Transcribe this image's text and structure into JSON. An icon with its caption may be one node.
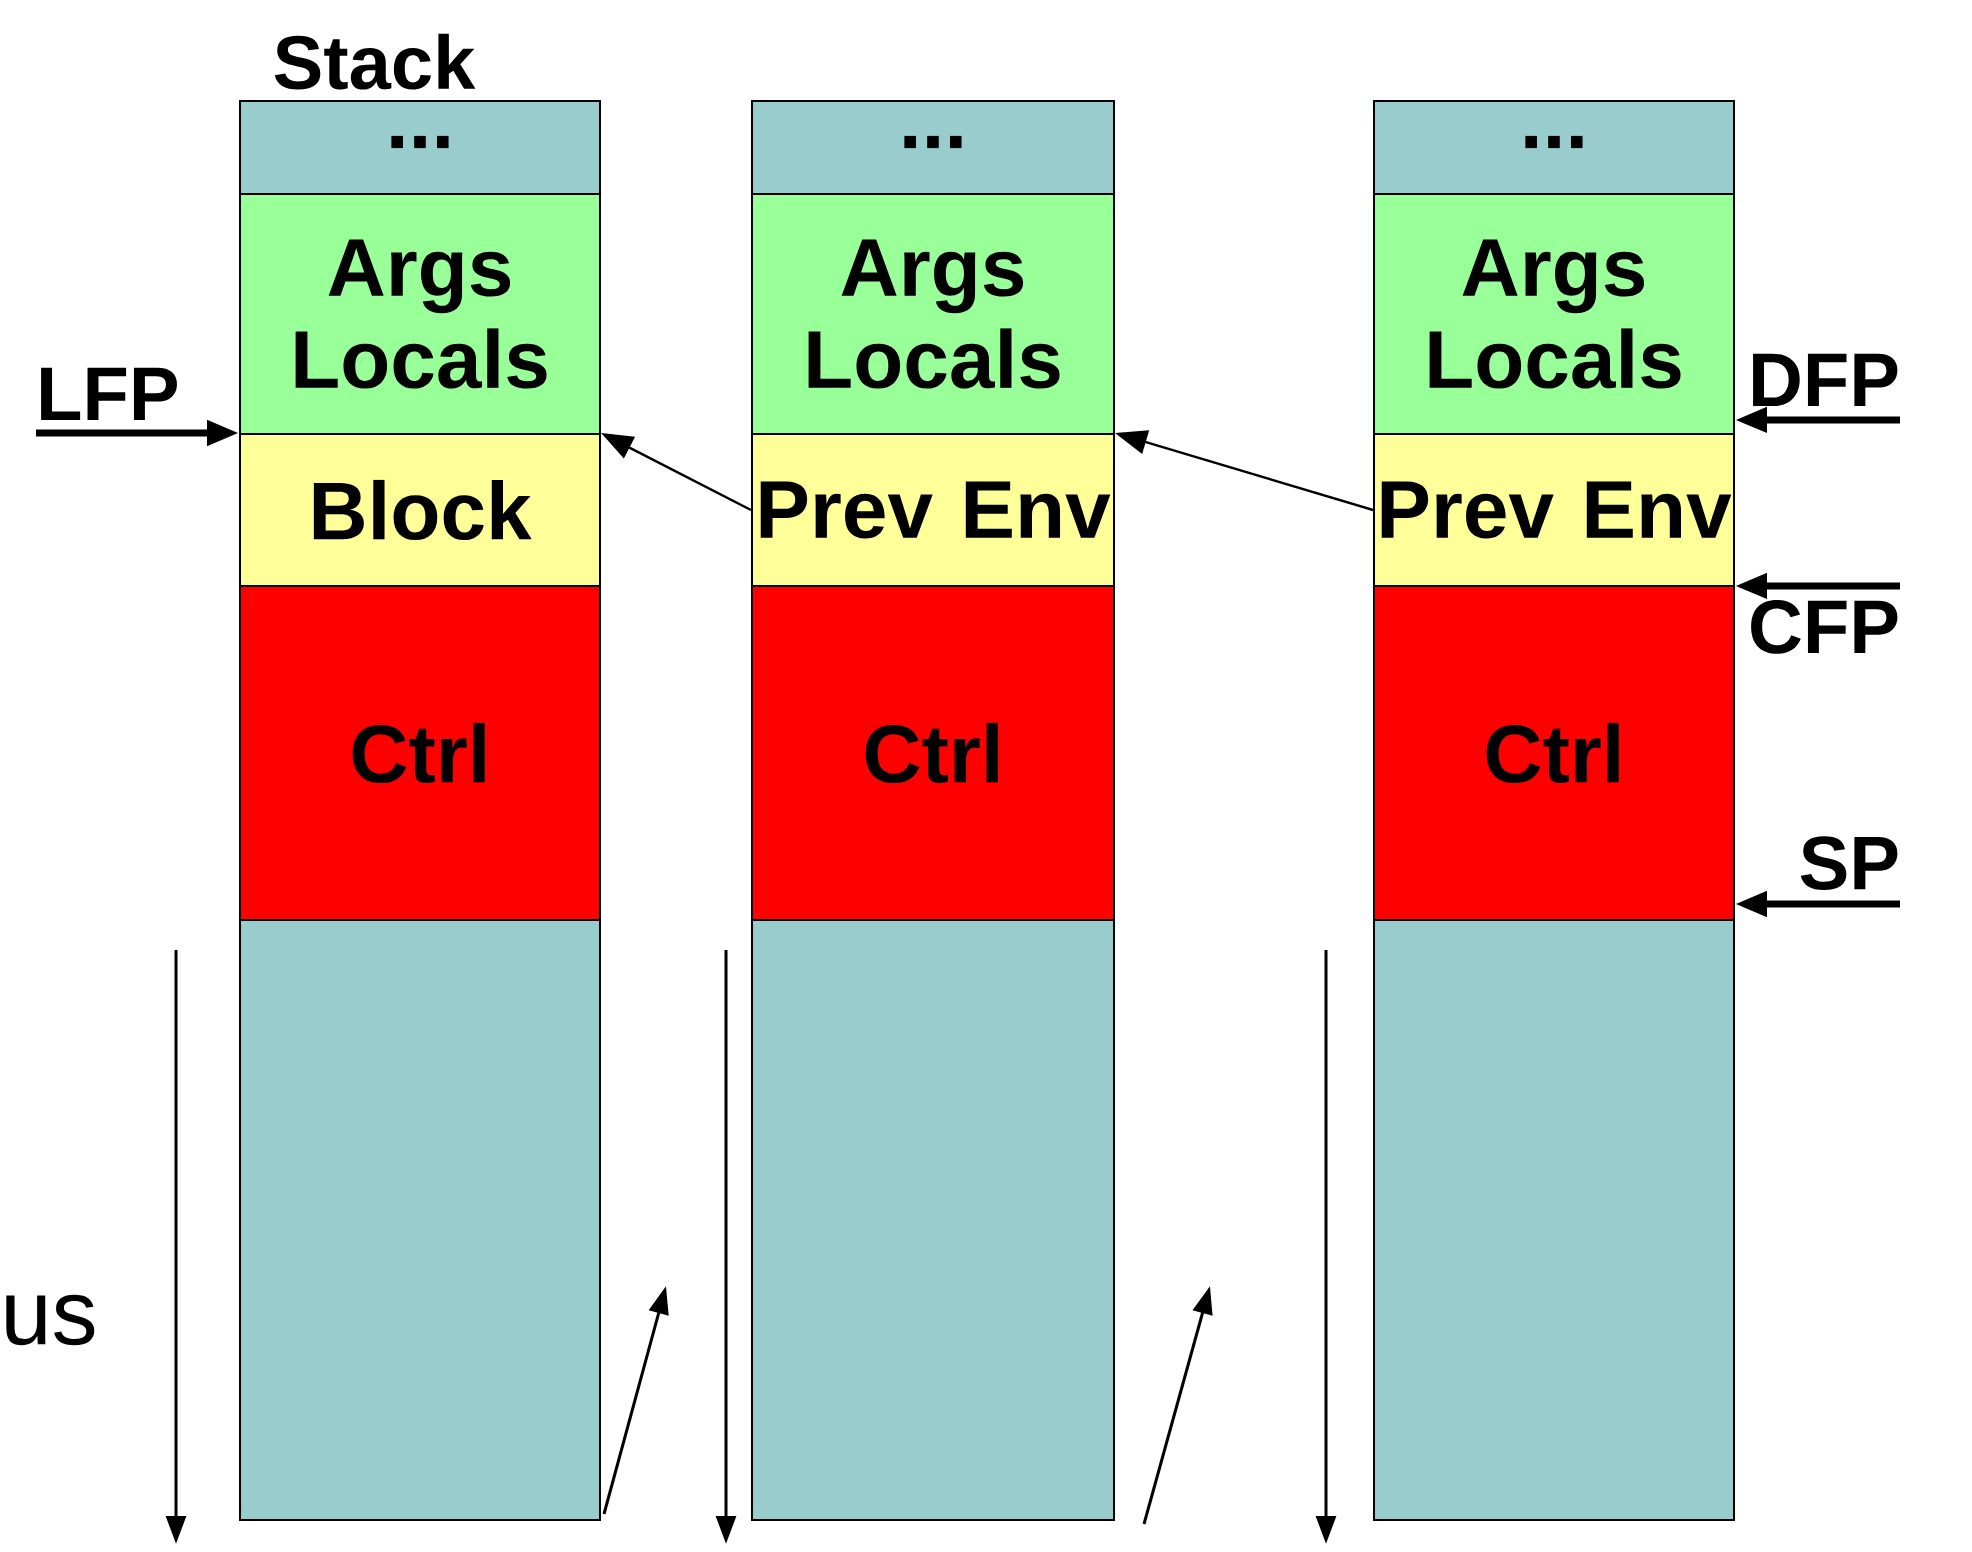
{
  "diagram": {
    "nodes": [
      {
        "text": [
          "..."
        ]
      },
      {
        "text": [
          "Args Locals"
        ]
      },
      {
        "text": [
          "Block"
        ]
      },
      {
        "text": [
          "Ctrl"
        ]
      },
      {
        "text": [],
        "shape": "box"
      },
      {
        "text": [
          "..."
        ]
      },
      {
        "text": [
          "Args Locals"
        ]
      },
      {
        "text": [
          "Prev Env"
        ]
      },
      {
        "text": [
          "Ctrl"
        ]
      },
      {
        "text": [],
        "shape": "box"
      },
      {
        "text": [
          "..."
        ]
      },
      {
        "text": [
          "Args Locals"
        ]
      },
      {
        "text": [
          "Prev Env"
        ]
      },
      {
        "text": [
          "Ctrl"
        ]
      },
      {
        "text": [],
        "shape": "box"
      },
      {
        "text": [
          "LFP"
        ]
      },
      {
        "text": [
          "DFP"
        ]
      },
      {
        "text": [
          "CFP"
        ]
      },
      {
        "text": [
          "SP"
        ]
      }
    ],
    "edges": [
      {
        "from": 15,
        "to": 2,
        "arrow": "to"
      },
      {
        "from": 7,
        "to": 2,
        "arrow": "to"
      },
      {
        "from": 12,
        "to": 7,
        "arrow": "to"
      },
      {
        "from": 16,
        "to": 11,
        "arrow": "to"
      },
      {
        "from": 17,
        "to": 13,
        "arrow": "to"
      },
      {
        "from": 18,
        "to": 13,
        "arrow": "to"
      }
    ],
    "labels": [
      "Stack",
      "us"
    ]
  }
}
